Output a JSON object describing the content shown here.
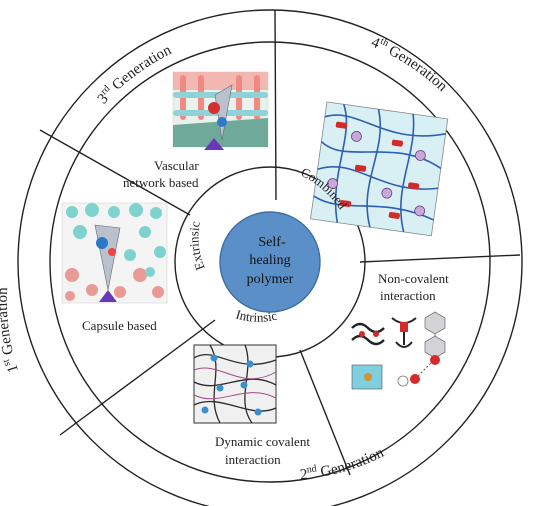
{
  "center": {
    "line1": "Self-",
    "line2": "healing",
    "line3": "polymer"
  },
  "inner_ring": {
    "extrinsic": "Extrinsic",
    "intrinsic": "Intrinsic"
  },
  "generations": {
    "first": {
      "num": "1",
      "sup": "st",
      "word": " Generation"
    },
    "second": {
      "num": "2",
      "sup": "nd",
      "word": " Generation"
    },
    "third": {
      "num": "3",
      "sup": "rd",
      "word": " Generation"
    },
    "fourth": {
      "num": "4",
      "sup": "th",
      "word": " Generation"
    }
  },
  "segments": {
    "vascular_line1": "Vascular",
    "vascular_line2": "network based",
    "combined": "Combined",
    "capsule": "Capsule based",
    "noncovalent_line1": "Non-covalent",
    "noncovalent_line2": "interaction",
    "dynamic_line1": "Dynamic covalent",
    "dynamic_line2": "interaction"
  },
  "colors": {
    "core_fill": "#5b8fc7",
    "core_stroke": "#3d6ea3",
    "ring_stroke": "#222222",
    "network_blue": "#2c5fb5",
    "accent_red": "#d42a2a"
  }
}
